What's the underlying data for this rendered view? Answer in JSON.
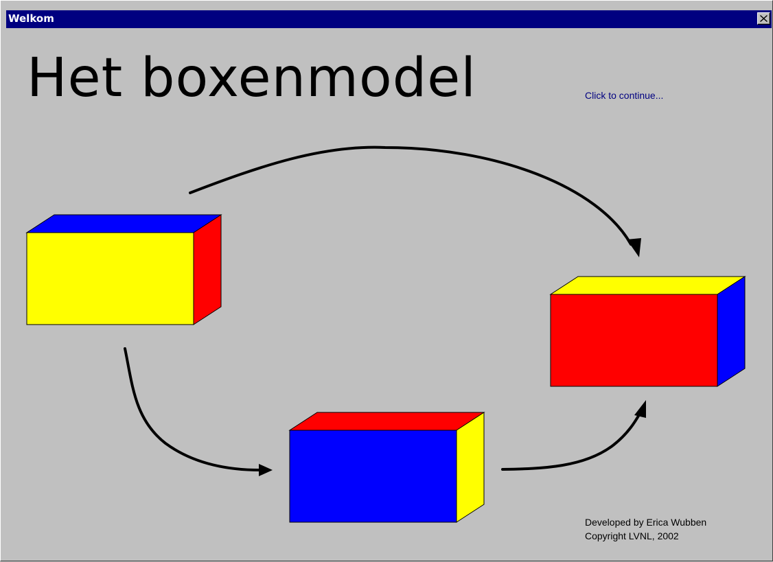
{
  "window": {
    "title": "Welkom",
    "close_label": "Close"
  },
  "main": {
    "title": "Het boxenmodel",
    "continue_text": "Click to continue...",
    "credits": {
      "line1": "Developed by Erica Wubben",
      "line2": "Copyright LVNL, 2002"
    }
  },
  "colors": {
    "titlebar": "#000080",
    "background": "#c0c0c0",
    "yellow": "#ffff00",
    "blue": "#0000ff",
    "red": "#ff0000"
  },
  "diagram": {
    "boxes": [
      {
        "name": "yellow-box",
        "front": "#ffff00",
        "top": "#0000ff",
        "side": "#ff0000"
      },
      {
        "name": "blue-box",
        "front": "#0000ff",
        "top": "#ff0000",
        "side": "#ffff00"
      },
      {
        "name": "red-box",
        "front": "#ff0000",
        "top": "#ffff00",
        "side": "#0000ff"
      }
    ]
  }
}
